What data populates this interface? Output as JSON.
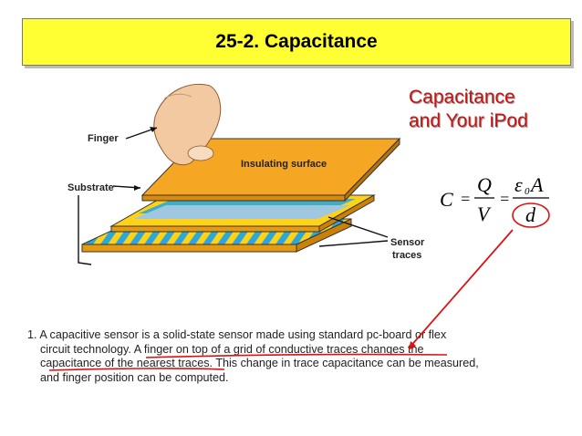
{
  "slide": {
    "title": "25-2. Capacitance",
    "subtitle_line1": "Capacitance",
    "subtitle_line2": "and Your iPod"
  },
  "diagram": {
    "label_finger": "Finger",
    "label_substrate": "Substrate",
    "label_insulating": "Insulating surface",
    "label_sensor_line1": "Sensor",
    "label_sensor_line2": "traces"
  },
  "formula": {
    "c": "C",
    "eq1": "=",
    "q": "Q",
    "v": "V",
    "eq2": "=",
    "epsilon": "ε",
    "sub0": "0",
    "a": "A",
    "d": "d"
  },
  "caption": {
    "number": "1.",
    "line1": "A capacitive sensor is a solid-state sensor made using standard pc-board or flex",
    "line2a": "circuit technology.",
    "line2b": "A finger on top of a grid of conductive traces changes the",
    "line3a": "capacitance of the nearest traces.",
    "line3b": "This change in trace capacitance can be measured,",
    "line4": "and finger position can be computed."
  },
  "colors": {
    "title_bg": "#ffff33",
    "subtitle": "#cc1111",
    "annotation": "#dd1111",
    "plate_top": "#f5a623",
    "plate_yellow": "#ffd21a",
    "trace_blue": "#2aa8d8"
  }
}
